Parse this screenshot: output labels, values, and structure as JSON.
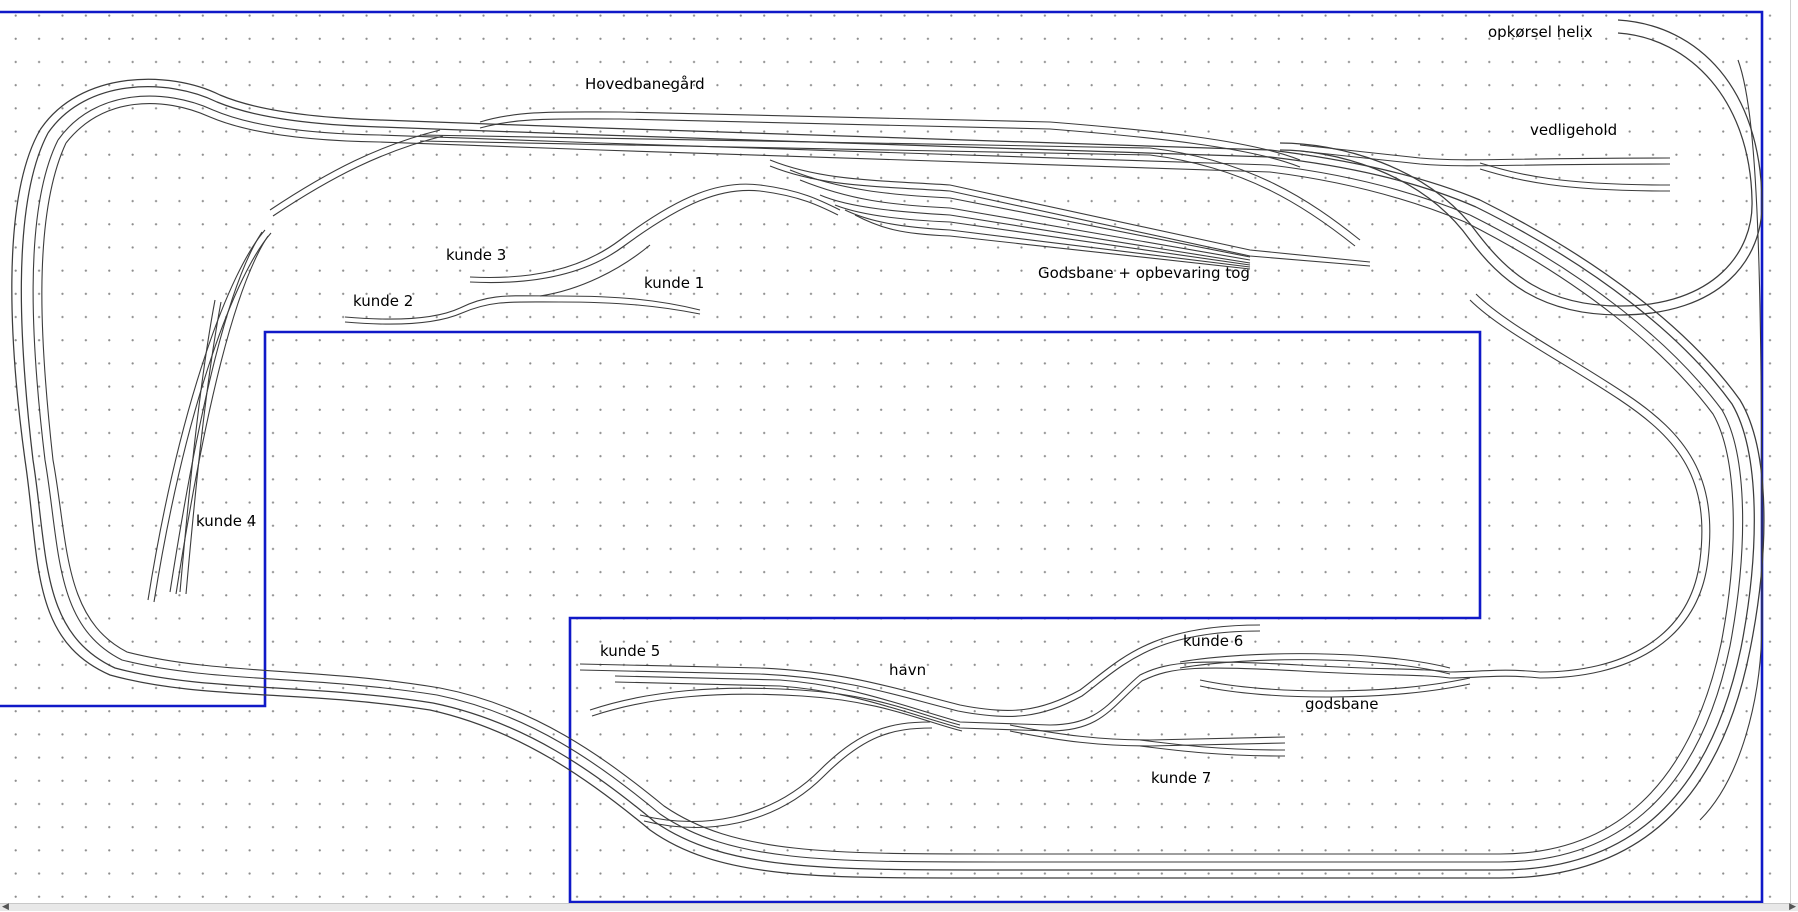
{
  "labels": {
    "opkorsel": "opkørsel helix",
    "hovedbanegard": "Hovedbanegård",
    "vedligehold": "vedligehold",
    "kunde3": "kunde 3",
    "kunde1": "kunde 1",
    "kunde2": "kunde 2",
    "godsbane_opbevaring": "Godsbane + opbevaring tog",
    "kunde4": "kunde 4",
    "kunde5": "kunde 5",
    "havn": "havn",
    "kunde6": "kunde 6",
    "godsbane": "godsbane",
    "kunde7": "kunde 7"
  },
  "colors": {
    "board_outline": "#1019c8",
    "track": "#3c3c3c",
    "grid_dot": "#8c8c8c",
    "background": "#ffffff"
  },
  "icons": {
    "scroll_left": "triangle-left-icon",
    "scroll_right": "triangle-right-icon"
  }
}
